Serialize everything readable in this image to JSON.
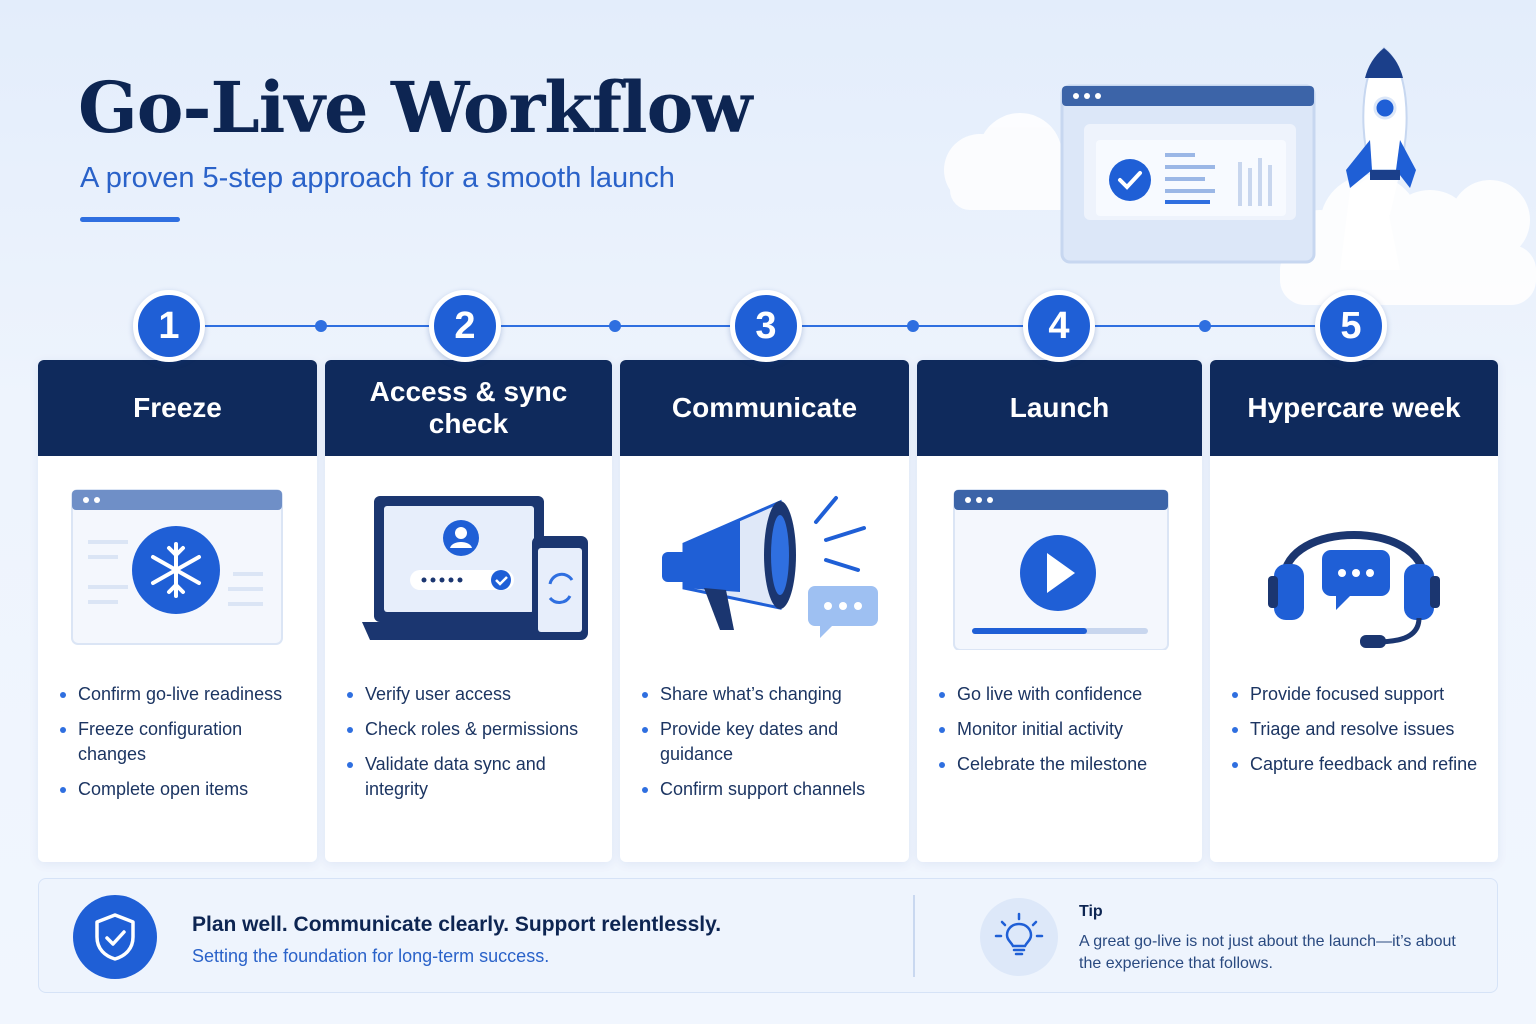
{
  "header": {
    "title": "Go-Live Workflow",
    "subtitle": "A proven 5-step approach for a smooth launch"
  },
  "colors": {
    "navy": "#0f2a5c",
    "accent_blue": "#1f5fd6",
    "light_blue": "#2f6fe0",
    "background": "#eaf2fd"
  },
  "steps": [
    {
      "number": "1",
      "title": "Freeze",
      "icon": "snowflake-window-icon",
      "bullets": [
        "Confirm go-live readiness",
        "Freeze configuration changes",
        "Complete open items"
      ]
    },
    {
      "number": "2",
      "title": "Access & sync check",
      "icon": "laptop-phone-sync-icon",
      "bullets": [
        "Verify user access",
        "Check roles & permissions",
        "Validate data sync and integrity"
      ]
    },
    {
      "number": "3",
      "title": "Communicate",
      "icon": "megaphone-icon",
      "bullets": [
        "Share what’s changing",
        "Provide key dates and guidance",
        "Confirm support channels"
      ]
    },
    {
      "number": "4",
      "title": "Launch",
      "icon": "play-window-icon",
      "bullets": [
        "Go live with confidence",
        "Monitor initial activity",
        "Celebrate the milestone"
      ]
    },
    {
      "number": "5",
      "title": "Hypercare week",
      "icon": "headset-chat-icon",
      "bullets": [
        "Provide focused support",
        "Triage and resolve issues",
        "Capture feedback and refine"
      ]
    }
  ],
  "footer": {
    "headline": "Plan well. Communicate clearly. Support relentlessly.",
    "subline": "Setting the foundation for long-term success.",
    "tip_label": "Tip",
    "tip_text": "A great go-live is not just about the launch—it’s about the experience that follows."
  }
}
